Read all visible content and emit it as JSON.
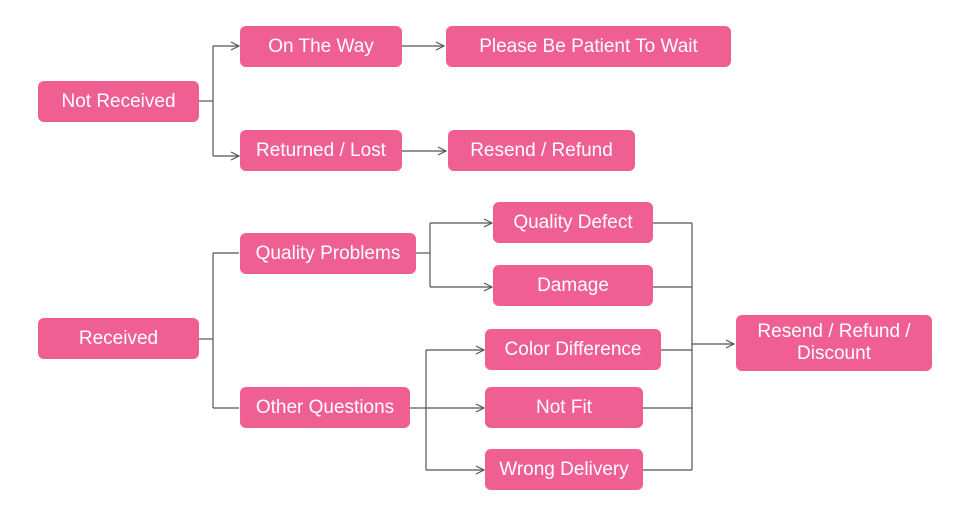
{
  "colors": {
    "node_fill": "#ef5f91",
    "node_text": "#ffffff",
    "line": "#555555"
  },
  "nodes": {
    "not_received": "Not Received",
    "on_the_way": "On The Way",
    "please_wait": "Please Be Patient To Wait",
    "returned_lost": "Returned / Lost",
    "resend_refund": "Resend / Refund",
    "received": "Received",
    "quality_problems": "Quality Problems",
    "quality_defect": "Quality Defect",
    "damage": "Damage",
    "other_questions": "Other Questions",
    "color_difference": "Color Difference",
    "not_fit": "Not Fit",
    "wrong_delivery": "Wrong Delivery",
    "resend_refund_discount": "Resend / Refund /\nDiscount"
  }
}
